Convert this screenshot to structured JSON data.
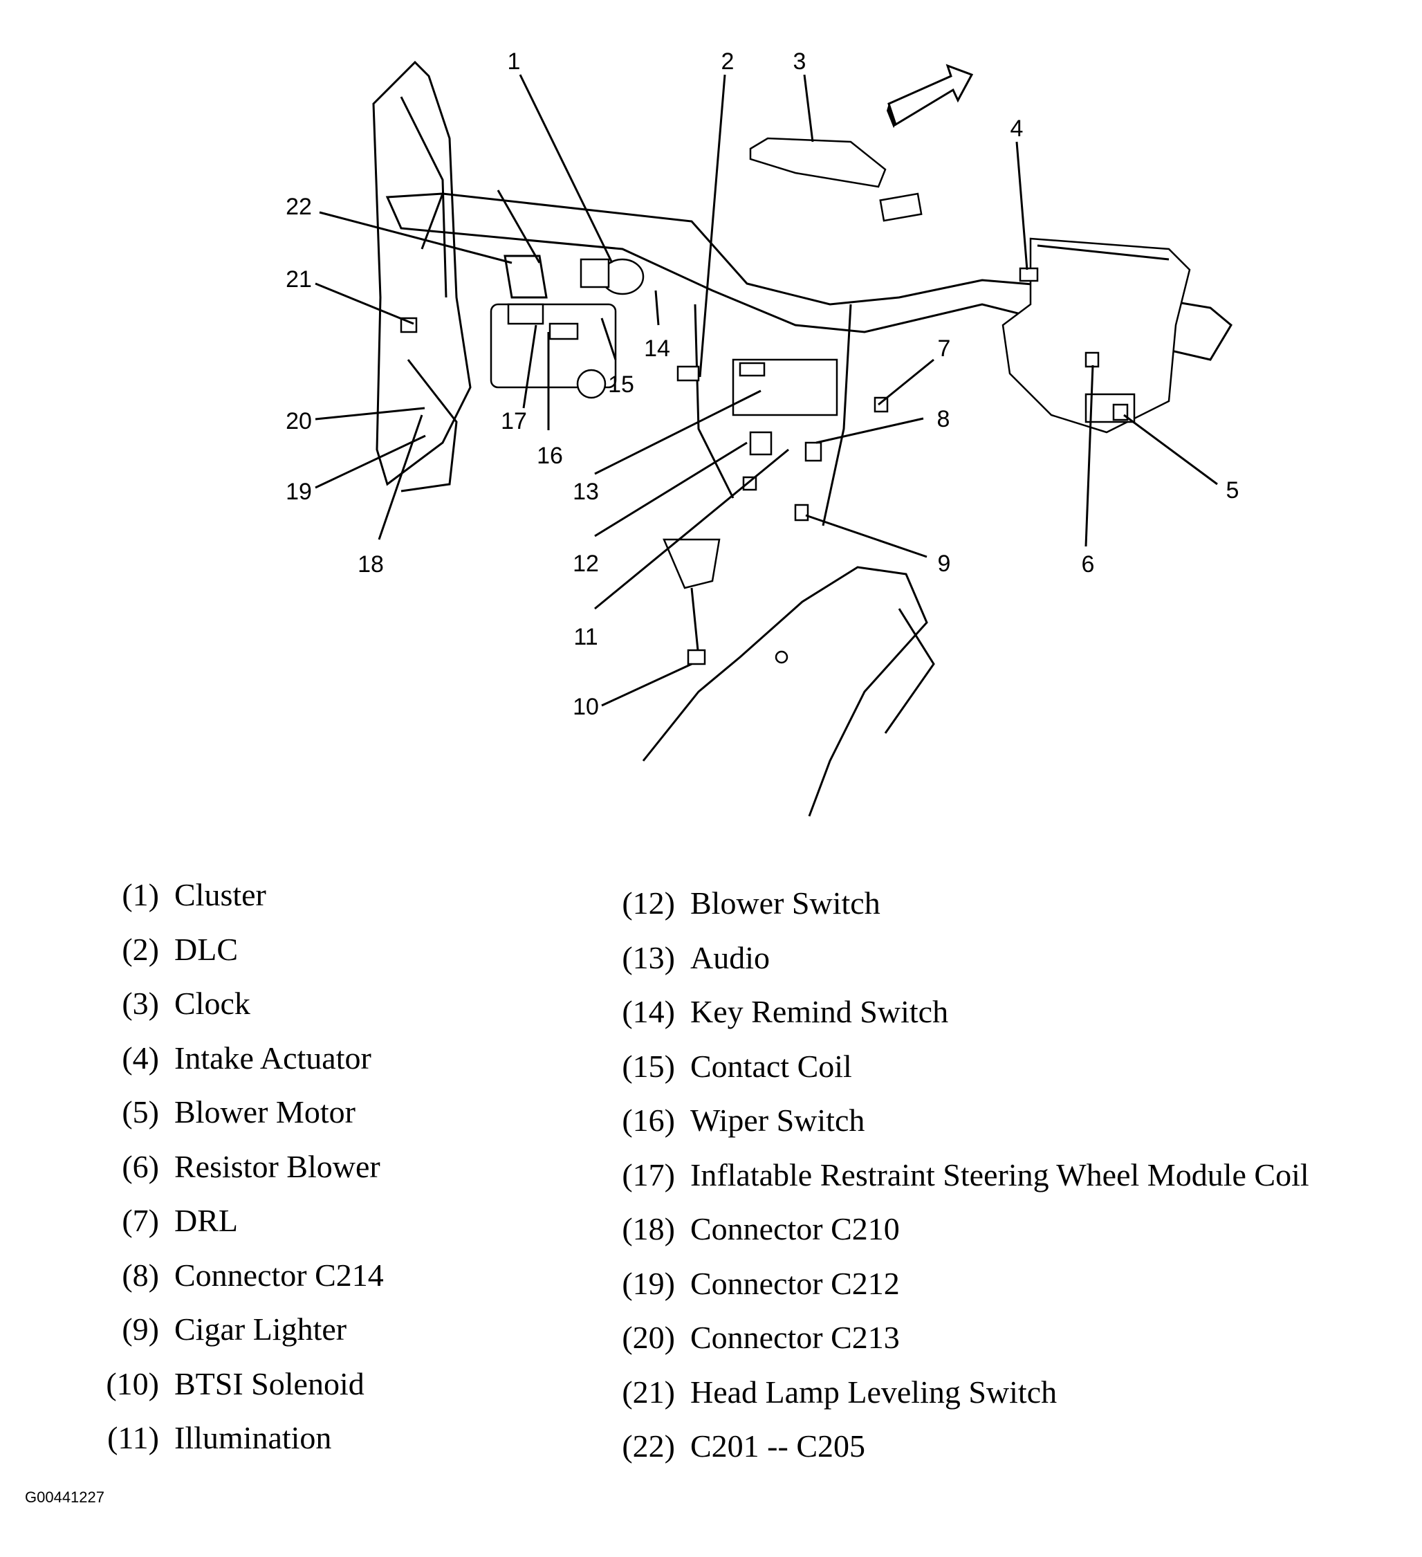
{
  "figure_id": "G00441227",
  "callouts": [
    "1",
    "2",
    "3",
    "4",
    "5",
    "6",
    "7",
    "8",
    "9",
    "10",
    "11",
    "12",
    "13",
    "14",
    "15",
    "16",
    "17",
    "18",
    "19",
    "20",
    "21",
    "22"
  ],
  "legend": {
    "left": [
      {
        "num": "(1)",
        "label": "Cluster"
      },
      {
        "num": "(2)",
        "label": "DLC"
      },
      {
        "num": "(3)",
        "label": "Clock"
      },
      {
        "num": "(4)",
        "label": "Intake Actuator"
      },
      {
        "num": "(5)",
        "label": "Blower Motor"
      },
      {
        "num": "(6)",
        "label": "Resistor Blower"
      },
      {
        "num": "(7)",
        "label": "DRL"
      },
      {
        "num": "(8)",
        "label": "Connector C214"
      },
      {
        "num": "(9)",
        "label": "Cigar Lighter"
      },
      {
        "num": "(10)",
        "label": "BTSI Solenoid"
      },
      {
        "num": "(11)",
        "label": "Illumination"
      }
    ],
    "right": [
      {
        "num": "(12)",
        "label": "Blower Switch"
      },
      {
        "num": "(13)",
        "label": "Audio"
      },
      {
        "num": "(14)",
        "label": "Key Remind Switch"
      },
      {
        "num": "(15)",
        "label": "Contact Coil"
      },
      {
        "num": "(16)",
        "label": "Wiper Switch"
      },
      {
        "num": "(17)",
        "label": "Inflatable Restraint Steering Wheel Module Coil"
      },
      {
        "num": "(18)",
        "label": "Connector C210"
      },
      {
        "num": "(19)",
        "label": "Connector C212"
      },
      {
        "num": "(20)",
        "label": "Connector C213"
      },
      {
        "num": "(21)",
        "label": "Head Lamp Leveling Switch"
      },
      {
        "num": "(22)",
        "label": "C201 -- C205"
      }
    ]
  }
}
